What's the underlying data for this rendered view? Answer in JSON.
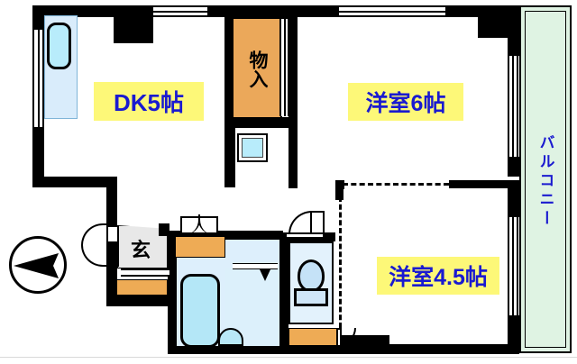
{
  "plan": {
    "title_kind": "japanese-floor-plan",
    "colors": {
      "wall": "#000000",
      "label_chip": "#fdf878",
      "label_text": "#1a1ad0",
      "closet": "#eba85a",
      "balcony": "#dff3e3",
      "water": "#d7ecfa",
      "tub": "#b4e7f7",
      "genkan": "#e8e8e8"
    },
    "rooms": [
      {
        "key": "dk",
        "label": "DK5帖",
        "kind": "dining-kitchen"
      },
      {
        "key": "washitsu6",
        "label": "洋室6帖",
        "kind": "western-room"
      },
      {
        "key": "washitsu45",
        "label": "洋室4.5帖",
        "kind": "western-room"
      },
      {
        "key": "storage",
        "label": "物入",
        "kind": "closet"
      },
      {
        "key": "genkan",
        "label": "玄",
        "kind": "entrance"
      },
      {
        "key": "balcony",
        "label": "バルコニー",
        "kind": "balcony"
      }
    ],
    "fixtures": [
      {
        "key": "bathtub",
        "name": "bathtub"
      },
      {
        "key": "toilet",
        "name": "toilet"
      },
      {
        "key": "kitchen-sink",
        "name": "kitchen-sink"
      },
      {
        "key": "wash-basin",
        "name": "wash-basin"
      },
      {
        "key": "washer-space",
        "name": "washing-machine-space"
      },
      {
        "key": "shoe-cabinet",
        "name": "shoe-cabinet"
      }
    ],
    "compass": {
      "label": "",
      "direction": "west"
    }
  }
}
